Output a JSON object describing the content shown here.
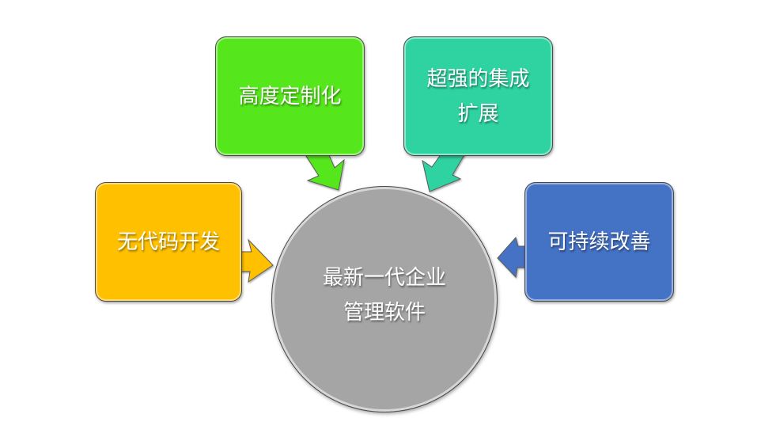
{
  "diagram": {
    "center": {
      "lines": [
        "最新一代企业",
        "管理软件"
      ],
      "color": "#a5a5a5"
    },
    "nodes": [
      {
        "id": "no-code",
        "lines": [
          "无代码开发"
        ],
        "color": "#ffc000"
      },
      {
        "id": "customization",
        "lines": [
          "高度定制化"
        ],
        "color": "#56e61c"
      },
      {
        "id": "integration",
        "lines": [
          "超强的集成",
          "扩展"
        ],
        "color": "#2fd3a1"
      },
      {
        "id": "improvement",
        "lines": [
          "可持续改善"
        ],
        "color": "#4472c4"
      }
    ]
  }
}
